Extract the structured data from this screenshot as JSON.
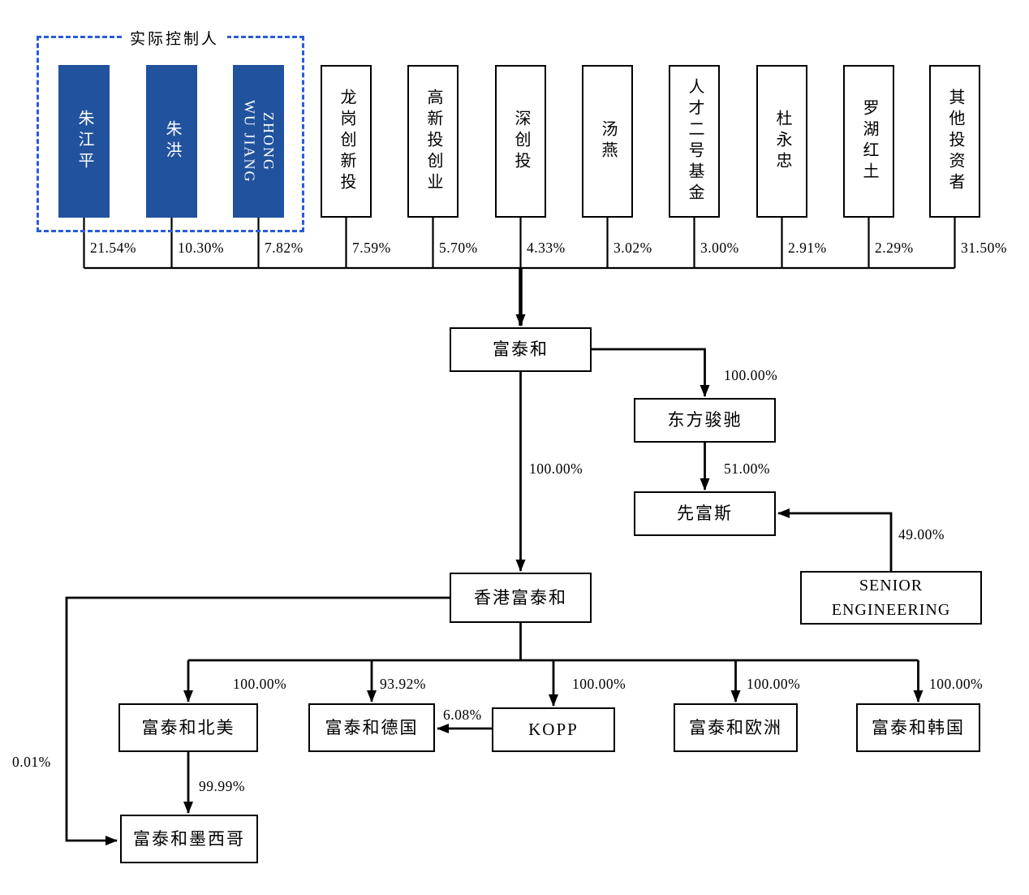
{
  "diagram": {
    "controller_label": "实际控制人",
    "shareholders": [
      {
        "name": "朱江平",
        "pct": "21.54%",
        "controller": true
      },
      {
        "name": "朱洪",
        "pct": "10.30%",
        "controller": true
      },
      {
        "name": "WU JIANG ZHONG",
        "pct": "7.82%",
        "controller": true
      },
      {
        "name": "龙岗创新投",
        "pct": "7.59%",
        "controller": false
      },
      {
        "name": "高新投创业",
        "pct": "5.70%",
        "controller": false
      },
      {
        "name": "深创投",
        "pct": "4.33%",
        "controller": false
      },
      {
        "name": "汤燕",
        "pct": "3.02%",
        "controller": false
      },
      {
        "name": "人才二号基金",
        "pct": "3.00%",
        "controller": false
      },
      {
        "name": "杜永忠",
        "pct": "2.91%",
        "controller": false
      },
      {
        "name": "罗湖红土",
        "pct": "2.29%",
        "controller": false
      },
      {
        "name": "其他投资者",
        "pct": "31.50%",
        "controller": false
      }
    ],
    "entities": {
      "futaihe": "富泰和",
      "dongfang_junchi": "东方骏驰",
      "xianfusi": "先富斯",
      "senior_engineering": "SENIOR ENGINEERING",
      "hk_futaihe": "香港富泰和",
      "north_america": "富泰和北美",
      "germany": "富泰和德国",
      "kopp": "KOPP",
      "europe": "富泰和欧洲",
      "korea": "富泰和韩国",
      "mexico": "富泰和墨西哥"
    },
    "ownership": {
      "futaihe_to_dongfang": "100.00%",
      "dongfang_to_xianfusi": "51.00%",
      "senior_to_xianfusi": "49.00%",
      "futaihe_to_hk": "100.00%",
      "hk_to_north_america": "100.00%",
      "hk_to_germany": "93.92%",
      "kopp_to_germany": "6.08%",
      "hk_to_kopp": "100.00%",
      "hk_to_europe": "100.00%",
      "hk_to_korea": "100.00%",
      "na_to_mexico": "99.99%",
      "hk_to_mexico": "0.01%"
    },
    "colors": {
      "controller_fill": "#21529E",
      "controller_frame": "#2A5CD6",
      "line": "#000000"
    }
  }
}
